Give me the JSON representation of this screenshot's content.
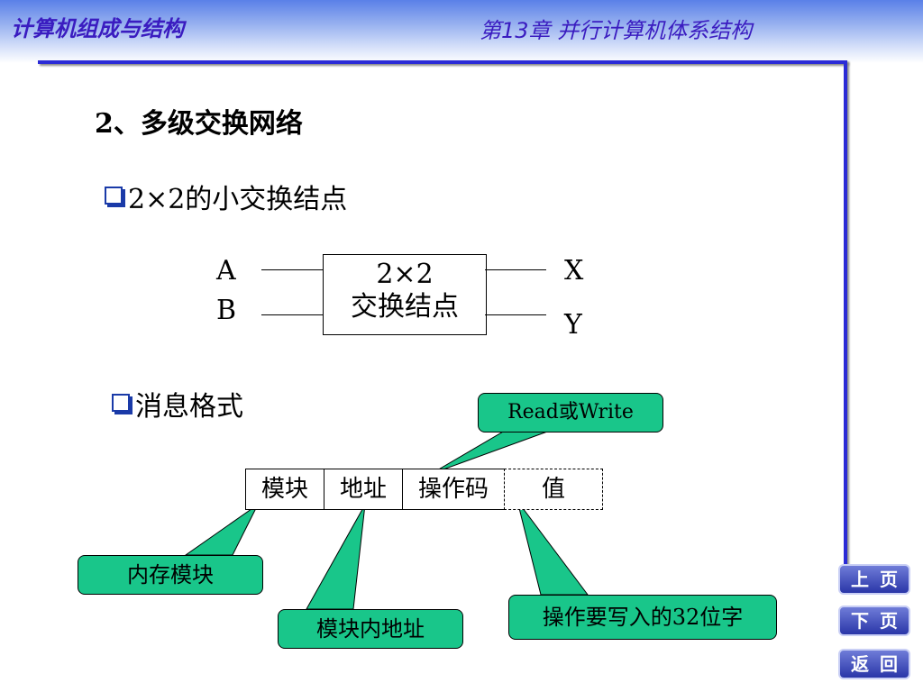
{
  "header": {
    "course_title": "计算机组成与结构",
    "chapter_title": "第13章  并行计算机体系结构"
  },
  "section": {
    "heading": "2、多级交换网络",
    "bullet1": "2×2的小交换结点",
    "bullet2": "消息格式"
  },
  "switch": {
    "input_a": "A",
    "input_b": "B",
    "output_x": "X",
    "output_y": "Y",
    "line1": "2×2",
    "line2": "交换结点"
  },
  "message_fields": [
    "模块",
    "地址",
    "操作码",
    "值"
  ],
  "callouts": {
    "opcode": "Read或Write",
    "module": "内存模块",
    "address": "模块内地址",
    "value": "操作要写入的32位字"
  },
  "colors": {
    "callout_fill": "#19c68a",
    "title_text": "#3a1cc0",
    "frame_line": "#2b2bd6"
  },
  "nav": {
    "prev": "上页",
    "next": "下页",
    "back": "返回"
  }
}
